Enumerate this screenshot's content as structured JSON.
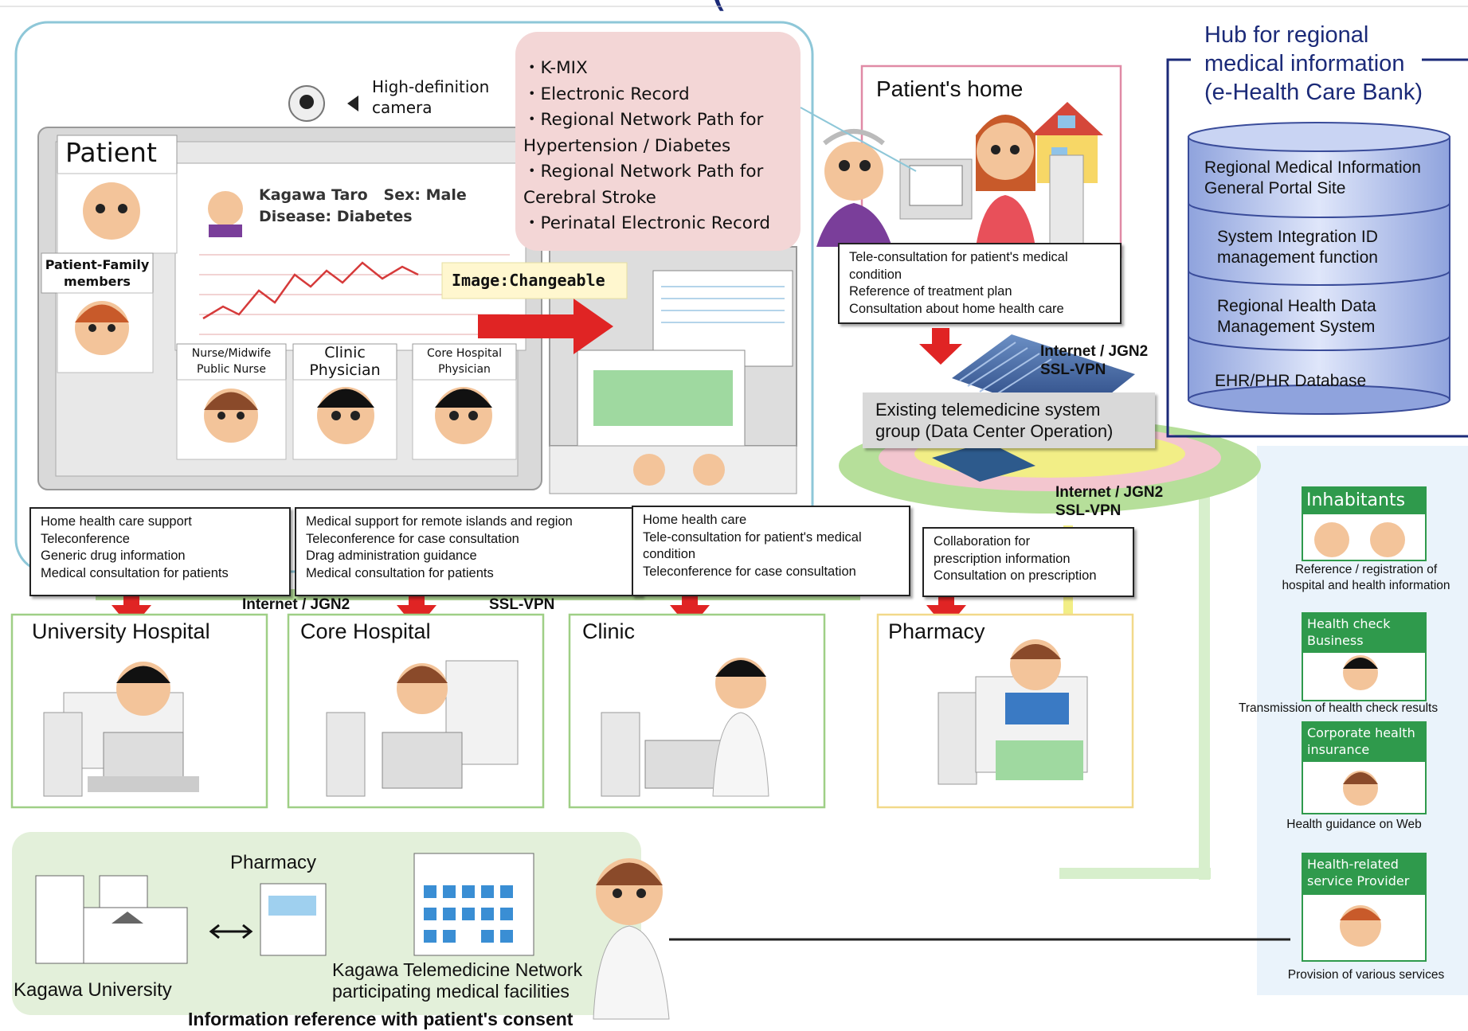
{
  "header": {
    "cut_title": "(… g … g)"
  },
  "monitor": {
    "camera_label": [
      "High-definition",
      "camera"
    ],
    "patient_tab": "Patient",
    "patient_family_label": [
      "Patient-Family",
      "members"
    ],
    "patient_info": [
      "Kagawa Taro   Sex: Male",
      "Disease: Diabetes"
    ],
    "image_changeable": "Image:Changeable",
    "staff": [
      {
        "label": [
          "Nurse/Midwife",
          "Public Nurse"
        ]
      },
      {
        "label": [
          "Clinic",
          "Physician"
        ]
      },
      {
        "label": [
          "Core Hospital",
          "Physician"
        ]
      }
    ]
  },
  "kmix_box": {
    "lines": [
      "・K-MIX",
      "・Electronic Record",
      "・Regional Network Path for",
      "Hypertension / Diabetes",
      "・Regional Network Path for",
      "Cerebral Stroke",
      "・Perinatal Electronic Record"
    ]
  },
  "patient_home": {
    "title": "Patient's home",
    "services": [
      "Tele-consultation for patient's medical",
      "condition",
      "Reference of treatment plan",
      "Consultation about home health care"
    ]
  },
  "hub": {
    "title": [
      "Hub for regional",
      "medical information",
      "(e-Health Care Bank)"
    ],
    "layers": [
      [
        "Regional Medical Information",
        "General Portal Site"
      ],
      [
        "System Integration ID",
        "management function"
      ],
      [
        "Regional Health Data",
        "Management System"
      ],
      [
        "EHR/PHR Database"
      ]
    ]
  },
  "network": {
    "top": [
      "Internet / JGN2",
      "SSL-VPN"
    ],
    "mid": [
      "Internet / JGN2",
      "SSL-VPN"
    ],
    "bottom_left": "Internet / JGN2",
    "bottom_right": "SSL-VPN"
  },
  "data_center": [
    "Existing telemedicine system",
    "group (Data Center Operation)"
  ],
  "service_boxes": [
    [
      "Home health care support",
      "Teleconference",
      "Generic drug information",
      "Medical consultation for patients"
    ],
    [
      "Medical support for remote islands and region",
      "Teleconference for case consultation",
      "Drag administration guidance",
      "Medical consultation for patients"
    ],
    [
      "Home health care",
      "Tele-consultation for patient's medical",
      "condition",
      "Teleconference for case consultation"
    ],
    [
      "Collaboration for",
      "prescription information",
      "Consultation on prescription"
    ]
  ],
  "facilities": [
    "University Hospital",
    "Core Hospital",
    "Clinic",
    "Pharmacy"
  ],
  "bottom": {
    "pharmacy": "Pharmacy",
    "university": "Kagawa University",
    "network_facilities": [
      "Kagawa Telemedicine Network",
      "participating medical facilities"
    ],
    "consent": "Information reference with patient's consent"
  },
  "side": [
    {
      "title": [
        "Inhabitants"
      ],
      "caption": [
        "Reference / registration of",
        "hospital and health information"
      ]
    },
    {
      "title": [
        "Health check",
        "Business"
      ],
      "caption": [
        "Transmission of health check results"
      ]
    },
    {
      "title": [
        "Corporate health",
        "insurance"
      ],
      "caption": [
        "Health guidance on Web"
      ]
    },
    {
      "title": [
        "Health-related",
        "service Provider"
      ],
      "caption": [
        "Provision of various services"
      ]
    }
  ],
  "colors": {
    "accent_red": "#e02424",
    "green_line": "#8fcf6a",
    "hub_blue": "#1b2a78",
    "db_blue": "#b7c3ea"
  }
}
